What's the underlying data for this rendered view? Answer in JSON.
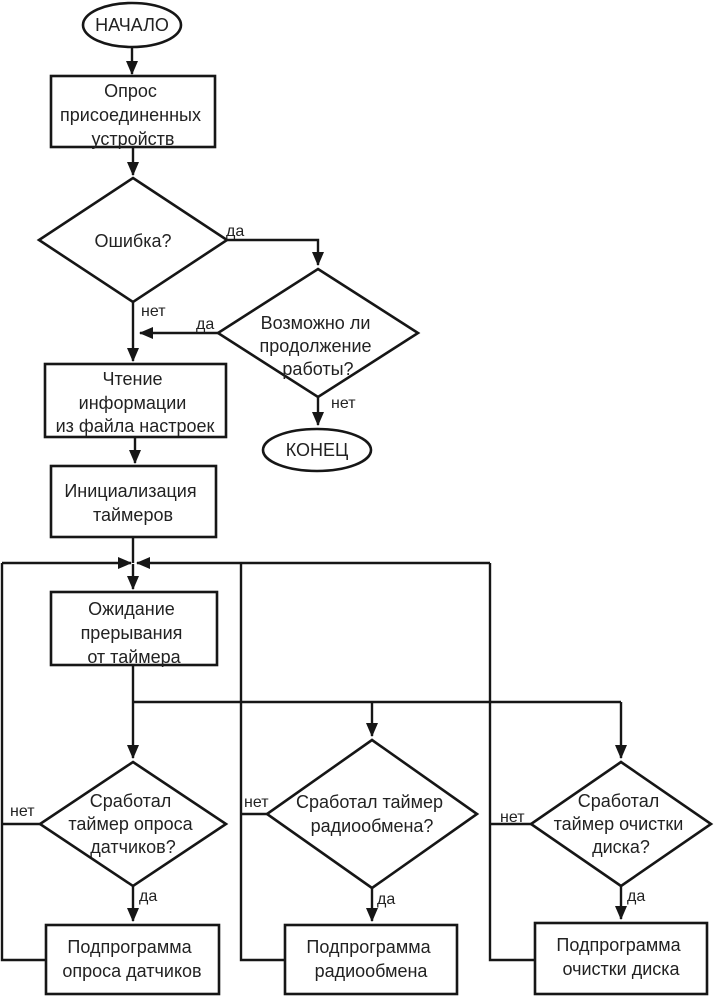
{
  "flowchart": {
    "nodes": {
      "start": {
        "shape": "terminator",
        "text": "НАЧАЛО"
      },
      "poll_devices": {
        "shape": "process",
        "lines": [
          "Опрос",
          "присоединенных",
          "устройств"
        ]
      },
      "error_check": {
        "shape": "decision",
        "lines": [
          "Ошибка?"
        ]
      },
      "can_continue": {
        "shape": "decision",
        "lines": [
          "Возможно ли",
          "продолжение",
          "работы?"
        ]
      },
      "end": {
        "shape": "terminator",
        "text": "КОНЕЦ"
      },
      "read_settings": {
        "shape": "process",
        "lines": [
          "Чтение",
          "информации",
          "из файла настроек"
        ]
      },
      "init_timers": {
        "shape": "process",
        "lines": [
          "Инициализация",
          "таймеров"
        ]
      },
      "wait_timer": {
        "shape": "process",
        "lines": [
          "Ожидание",
          "прерывания",
          "от таймера"
        ]
      },
      "sensor_timer_check": {
        "shape": "decision",
        "lines": [
          "Сработал",
          "таймер опроса",
          "датчиков?"
        ]
      },
      "radio_timer_check": {
        "shape": "decision",
        "lines": [
          "Сработал таймер",
          "радиообмена?"
        ]
      },
      "disk_timer_check": {
        "shape": "decision",
        "lines": [
          "Сработал",
          "таймер очистки",
          "диска?"
        ]
      },
      "sensor_poll_sub": {
        "shape": "process",
        "lines": [
          "Подпрограмма",
          "опроса датчиков"
        ]
      },
      "radio_sub": {
        "shape": "process",
        "lines": [
          "Подпрограмма",
          "радиообмена"
        ]
      },
      "disk_clean_sub": {
        "shape": "process",
        "lines": [
          "Подпрограмма",
          "очистки диска"
        ]
      }
    },
    "branch_labels": {
      "yes": "да",
      "no": "нет"
    },
    "edges": [
      {
        "from": "start",
        "to": "poll_devices"
      },
      {
        "from": "poll_devices",
        "to": "error_check"
      },
      {
        "from": "error_check",
        "to": "can_continue",
        "label": "да"
      },
      {
        "from": "error_check",
        "to": "read_settings",
        "label": "нет"
      },
      {
        "from": "can_continue",
        "to": "read_settings",
        "label": "да"
      },
      {
        "from": "can_continue",
        "to": "end",
        "label": "нет"
      },
      {
        "from": "read_settings",
        "to": "init_timers"
      },
      {
        "from": "init_timers",
        "to": "wait_timer"
      },
      {
        "from": "wait_timer",
        "to": "sensor_timer_check"
      },
      {
        "from": "wait_timer",
        "to": "radio_timer_check"
      },
      {
        "from": "wait_timer",
        "to": "disk_timer_check"
      },
      {
        "from": "sensor_timer_check",
        "to": "sensor_poll_sub",
        "label": "да"
      },
      {
        "from": "sensor_timer_check",
        "to": "wait_timer",
        "label": "нет"
      },
      {
        "from": "radio_timer_check",
        "to": "radio_sub",
        "label": "да"
      },
      {
        "from": "radio_timer_check",
        "to": "wait_timer",
        "label": "нет"
      },
      {
        "from": "disk_timer_check",
        "to": "disk_clean_sub",
        "label": "да"
      },
      {
        "from": "disk_timer_check",
        "to": "wait_timer",
        "label": "нет"
      },
      {
        "from": "sensor_poll_sub",
        "to": "wait_timer"
      },
      {
        "from": "radio_sub",
        "to": "wait_timer"
      },
      {
        "from": "disk_clean_sub",
        "to": "wait_timer"
      }
    ],
    "colors": {
      "line": "#161616",
      "text": "#222222",
      "shape_fill": "#ffffff",
      "background": "#ffffff"
    }
  }
}
